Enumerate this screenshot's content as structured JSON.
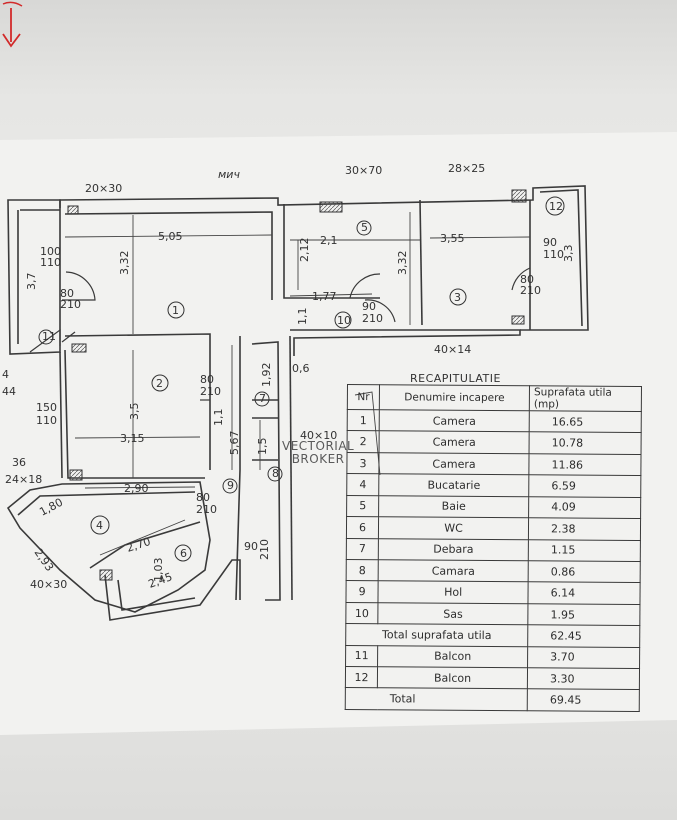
{
  "plan": {
    "scribble": "мич",
    "vents": {
      "v20x30": "20×30",
      "v30x70": "30×70",
      "v28x25": "28×25",
      "v40x14": "40×14",
      "v40x10": "40×10",
      "v24x18": "24×18",
      "v36": "36",
      "v40x30": "40×30",
      "v4": "4",
      "v44": "44"
    },
    "dims": {
      "d505": "5,05",
      "d332a": "3,32",
      "d332b": "3,32",
      "d212": "2,12",
      "d21": "2,1",
      "d355": "3,55",
      "d177": "1,77",
      "d11": "1,1",
      "d06": "0,6",
      "d192": "1,92",
      "d35": "3,5",
      "d315": "3,15",
      "d11b": "1,1",
      "d567": "5,67",
      "d15": "1,5",
      "d290": "2,90",
      "d180": "1,80",
      "d270": "2,70",
      "d293": "2,93",
      "d103": "1,03",
      "d245": "2,45",
      "d37": "3,7",
      "d33": "3,3"
    },
    "doors": {
      "d100_110": [
        "100",
        "110"
      ],
      "d80_210a": [
        "80",
        "210"
      ],
      "d80_210b": [
        "80",
        "210"
      ],
      "d80_210c": [
        "80",
        "210"
      ],
      "d80_210d": [
        "80",
        "210"
      ],
      "d90_210a": [
        "90",
        "210"
      ],
      "d90_210b": [
        "90",
        "210"
      ],
      "d90_110": [
        "90",
        "110"
      ],
      "d150_110": [
        "150",
        "110"
      ]
    },
    "rooms": [
      "1",
      "2",
      "3",
      "4",
      "5",
      "6",
      "7",
      "8",
      "9",
      "10",
      "11",
      "12"
    ]
  },
  "recap": {
    "title": "RECAPITULATIE",
    "headers": {
      "nr": "Nr",
      "name": "Denumire incapere",
      "area": "Suprafata utila (mp)"
    },
    "rows": [
      {
        "nr": "1",
        "name": "Camera",
        "area": "16.65"
      },
      {
        "nr": "2",
        "name": "Camera",
        "area": "10.78"
      },
      {
        "nr": "3",
        "name": "Camera",
        "area": "11.86"
      },
      {
        "nr": "4",
        "name": "Bucatarie",
        "area": "6.59"
      },
      {
        "nr": "5",
        "name": "Baie",
        "area": "4.09"
      },
      {
        "nr": "6",
        "name": "WC",
        "area": "2.38"
      },
      {
        "nr": "7",
        "name": "Debara",
        "area": "1.15"
      },
      {
        "nr": "8",
        "name": "Camara",
        "area": "0.86"
      },
      {
        "nr": "9",
        "name": "Hol",
        "area": "6.14"
      },
      {
        "nr": "10",
        "name": "Sas",
        "area": "1.95"
      }
    ],
    "total_useful": {
      "label": "Total suprafata utila",
      "area": "62.45"
    },
    "balconies": [
      {
        "nr": "11",
        "name": "Balcon",
        "area": "3.70"
      },
      {
        "nr": "12",
        "name": "Balcon",
        "area": "3.30"
      }
    ],
    "total": {
      "label": "Total",
      "area": "69.45"
    }
  },
  "watermark": {
    "line1": "VECTORIAL",
    "line2": "BROKER"
  },
  "colors": {
    "ink": "#333333",
    "marker": "#d22a2a"
  }
}
